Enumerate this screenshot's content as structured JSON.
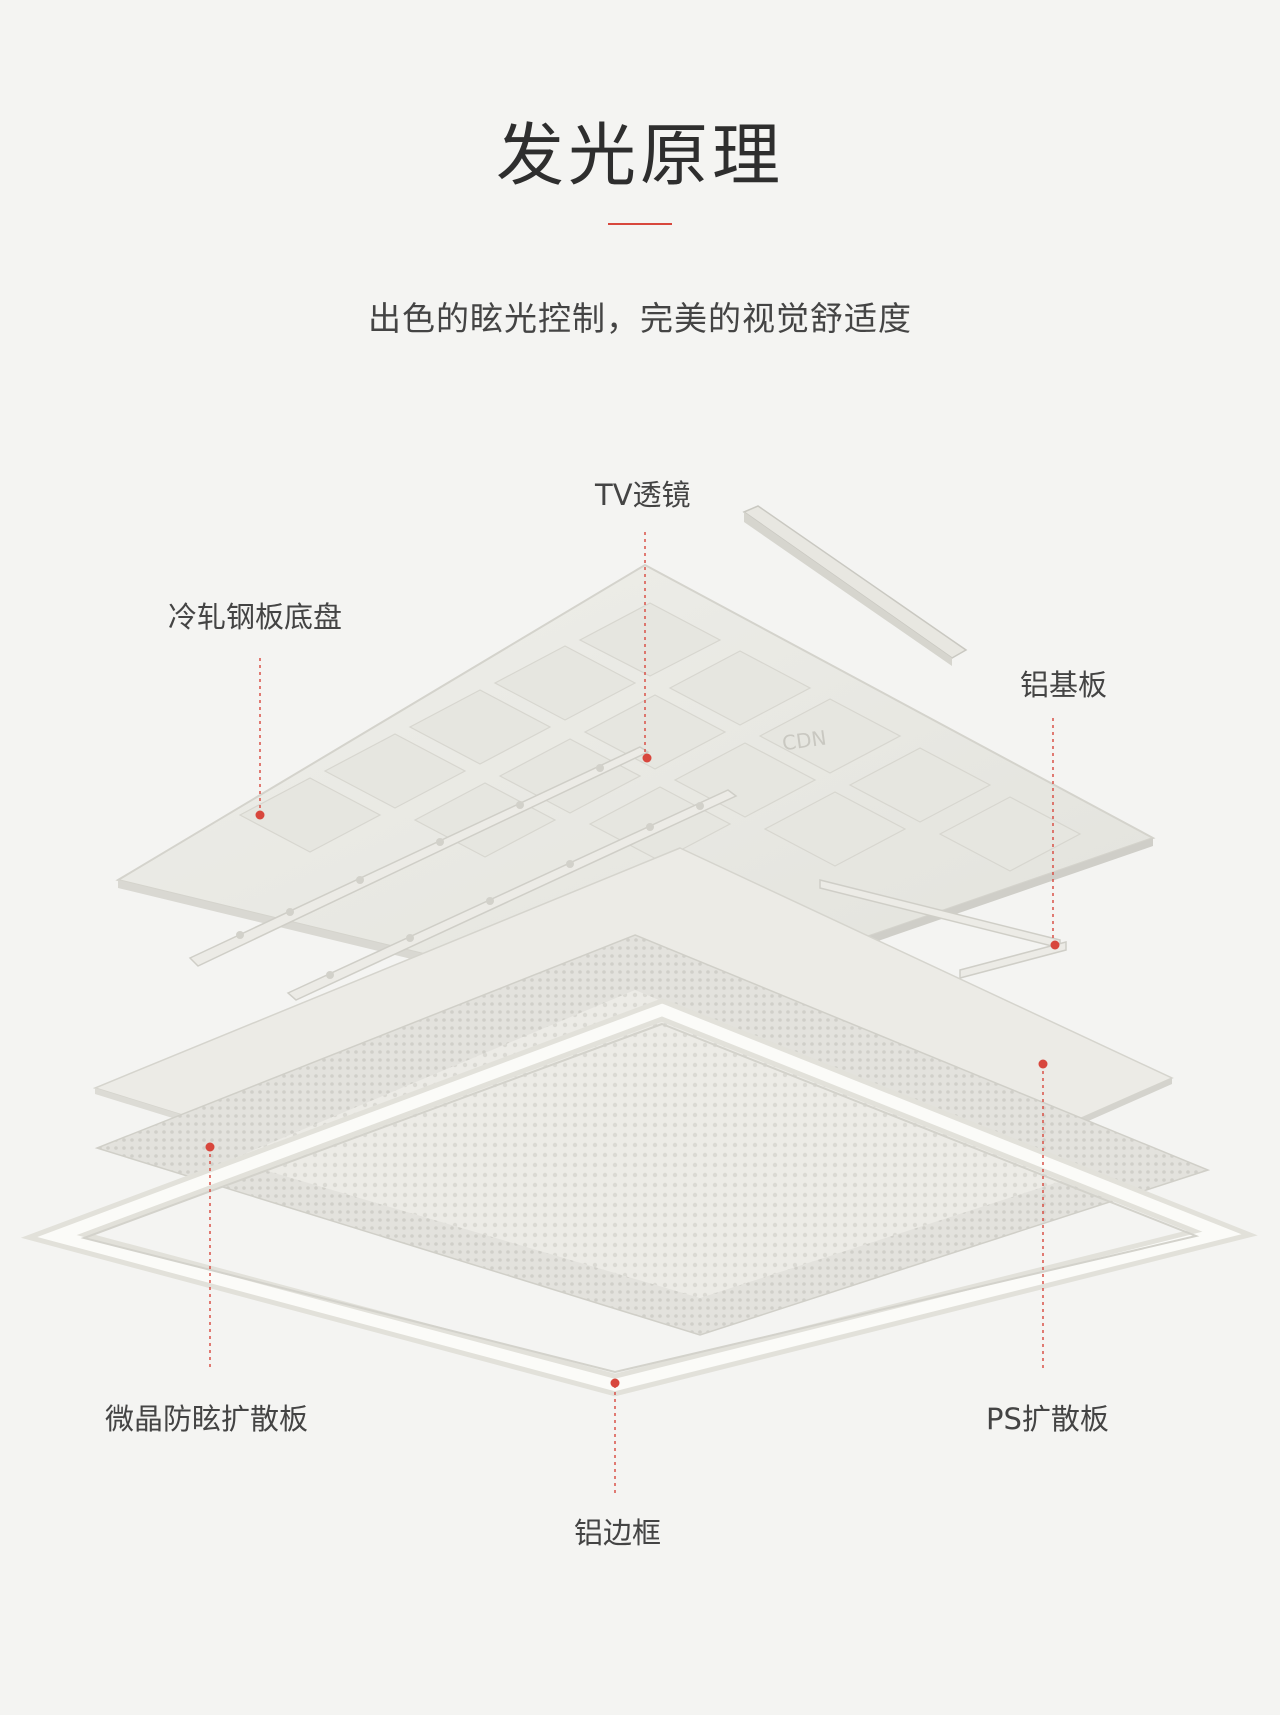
{
  "header": {
    "title": "发光原理",
    "subtitle": "出色的眩光控制，完美的视觉舒适度"
  },
  "labels": {
    "tv_lens": "TV透镜",
    "steel_chassis": "冷轧钢板底盘",
    "aluminum_substrate": "铝基板",
    "microcrystal_diffuser": "微晶防眩扩散板",
    "ps_diffuser": "PS扩散板",
    "aluminum_frame": "铝边框"
  },
  "colors": {
    "accent": "#d8473d",
    "background": "#f4f4f2",
    "panel": "#e9e9e4"
  }
}
